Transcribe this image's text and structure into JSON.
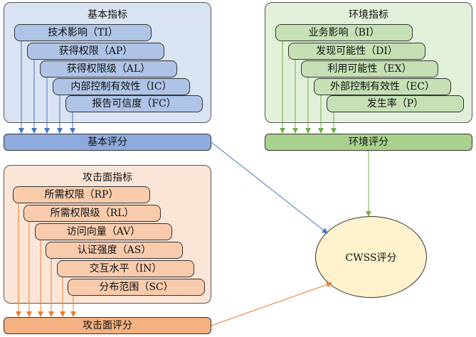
{
  "base": {
    "title": "基本指标",
    "items": [
      "技术影响（TI）",
      "获得权限（AP）",
      "获得权限级（AL）",
      "内部控制有效性（IC）",
      "报告可信度（FC）"
    ],
    "score": "基本评分",
    "fill": "#dae3f3",
    "item_fill": "#aec3e6",
    "score_fill": "#8faadc",
    "arrow_color": "#4472c4"
  },
  "env": {
    "title": "环境指标",
    "items": [
      "业务影响（BI）",
      "发现可能性（DI）",
      "利用可能性（EX）",
      "外部控制有效性（EC）",
      "发生率（P）"
    ],
    "score": "环境评分",
    "fill": "#e2f0d9",
    "item_fill": "#c5e0b4",
    "score_fill": "#a9d18e",
    "arrow_color": "#70ad47"
  },
  "attack": {
    "title": "攻击面指标",
    "items": [
      "所需权限（RP）",
      "所需权限级（RL）",
      "访问向量（AV）",
      "认证强度（AS）",
      "交互水平（IN）",
      "分布范围（SC）"
    ],
    "score": "攻击面评分",
    "fill": "#fbe5d6",
    "item_fill": "#f8cbad",
    "score_fill": "#f4b183",
    "arrow_color": "#ed7d31"
  },
  "cwss": {
    "label": "CWSS评分",
    "fill": "#fff2cc"
  }
}
